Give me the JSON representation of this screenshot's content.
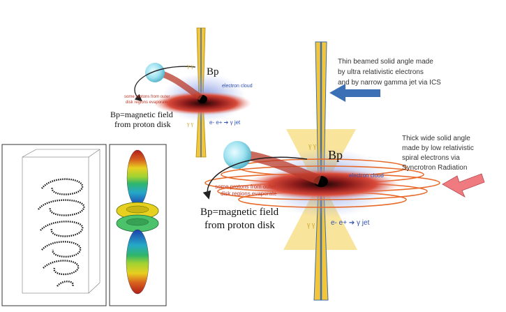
{
  "top_diagram": {
    "bp_label": "Bp",
    "gamma_top": "γ γ",
    "electron_cloud": "electron cloud",
    "protons_note_line1": "some protons from outer",
    "protons_note_line2": "disk regions evaporate",
    "magnetic_line1": "Bp=magnetic field",
    "magnetic_line2": "from proton disk",
    "gamma_bottom": "γ γ",
    "pair_jet": "e- e+ ➔ γ jet"
  },
  "main_diagram": {
    "bp_label": "Bp",
    "gamma_top": "γ γ",
    "electron_cloud": "electron cloud",
    "protons_note_line1": "some protons from outer",
    "protons_note_line2": "disk regions evaporate",
    "magnetic_line1": "Bp=magnetic field",
    "magnetic_line2": "from proton disk",
    "gamma_bottom": "γ γ",
    "pair_jet": "e- e+ ➔ γ jet"
  },
  "annotations": {
    "thin_line1": "Thin beamed solid angle made",
    "thin_line2": "by ultra relativistic electrons",
    "thin_line3": "and by narrow gamma jet via ICS",
    "thick_line1": "Thick wide solid angle",
    "thick_line2": "made by low relativistic",
    "thick_line3": "spiral electrons via",
    "thick_line4": "Syncrotron Radiation"
  },
  "colors": {
    "jet_yellow": "#f2c53a",
    "jet_blue": "#3f6fb0",
    "disk_red": "#c0392b",
    "ring_orange": "#e86a2a",
    "arrow_blue": "#3b6fb6",
    "arrow_pink": "#ef7a7f",
    "cloud_blue": "#6a7fd6",
    "star_cyan": "#9fe3f0"
  }
}
